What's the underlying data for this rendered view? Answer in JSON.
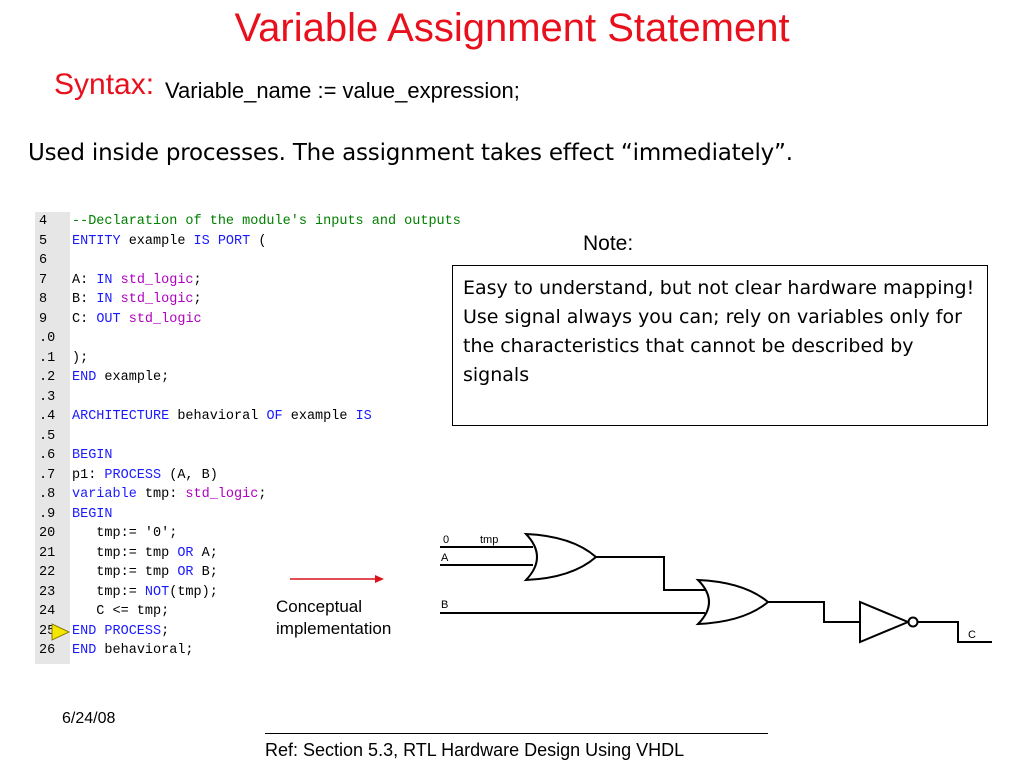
{
  "title": "Variable Assignment Statement",
  "syntax": {
    "label": "Syntax:",
    "text": "Variable_name := value_expression;"
  },
  "intro": "Used inside processes. The assignment takes effect “immediately”.",
  "code": {
    "lines": [
      {
        "num": "4",
        "html": "<span class='cm'>--Declaration of the module's inputs and outputs</span>"
      },
      {
        "num": "5",
        "html": "<span class='kw'>ENTITY</span> example <span class='kw'>IS PORT</span> ("
      },
      {
        "num": "6",
        "html": ""
      },
      {
        "num": "7",
        "html": "A: <span class='kw'>IN</span> <span class='ty'>std_logic</span>;"
      },
      {
        "num": "8",
        "html": "B: <span class='kw'>IN</span> <span class='ty'>std_logic</span>;"
      },
      {
        "num": "9",
        "html": "C: <span class='kw'>OUT</span> <span class='ty'>std_logic</span>"
      },
      {
        "num": ".0",
        "html": ""
      },
      {
        "num": ".1",
        "html": ");"
      },
      {
        "num": ".2",
        "html": "<span class='kw'>END</span> example;"
      },
      {
        "num": ".3",
        "html": ""
      },
      {
        "num": ".4",
        "html": "<span class='kw'>ARCHITECTURE</span> behavioral <span class='kw'>OF</span> example <span class='kw'>IS</span>"
      },
      {
        "num": ".5",
        "html": ""
      },
      {
        "num": ".6",
        "html": "<span class='kw'>BEGIN</span>"
      },
      {
        "num": ".7",
        "html": "p1: <span class='kw'>PROCESS</span> (A, B)"
      },
      {
        "num": ".8",
        "html": "<span class='kw'>variable</span> tmp: <span class='ty'>std_logic</span>;"
      },
      {
        "num": ".9",
        "html": "<span class='kw'>BEGIN</span>"
      },
      {
        "num": "20",
        "html": "   tmp:= '0';"
      },
      {
        "num": "21",
        "html": "   tmp:= tmp <span class='kw'>OR</span> A;"
      },
      {
        "num": "22",
        "html": "   tmp:= tmp <span class='kw'>OR</span> B;"
      },
      {
        "num": "23",
        "html": "   tmp:= <span class='kw'>NOT</span>(tmp);"
      },
      {
        "num": "24",
        "html": "   C <= tmp;"
      },
      {
        "num": "25",
        "html": "<span class='kw'>END PROCESS</span>;"
      },
      {
        "num": "26",
        "html": "<span class='kw'>END</span> behavioral;"
      }
    ],
    "marker_line": "25"
  },
  "note": {
    "label": "Note:",
    "line1": "Easy to understand, but not clear hardware mapping!",
    "line2": "Use signal always you can; rely on variables only for the characteristics that cannot be described by signals"
  },
  "arrow_label_line1": "Conceptual",
  "arrow_label_line2": "implementation",
  "circuit": {
    "labels": {
      "zero": "0",
      "tmp": "tmp",
      "a": "A",
      "b": "B",
      "c": "C"
    }
  },
  "footer": {
    "date": "6/24/08",
    "ref": "Ref: Section 5.3, RTL Hardware Design Using VHDL"
  },
  "colors": {
    "title": "#e8101c",
    "keyword": "#1a1aff",
    "type": "#b000c0",
    "comment": "#008000",
    "marker": "#f5e600"
  }
}
